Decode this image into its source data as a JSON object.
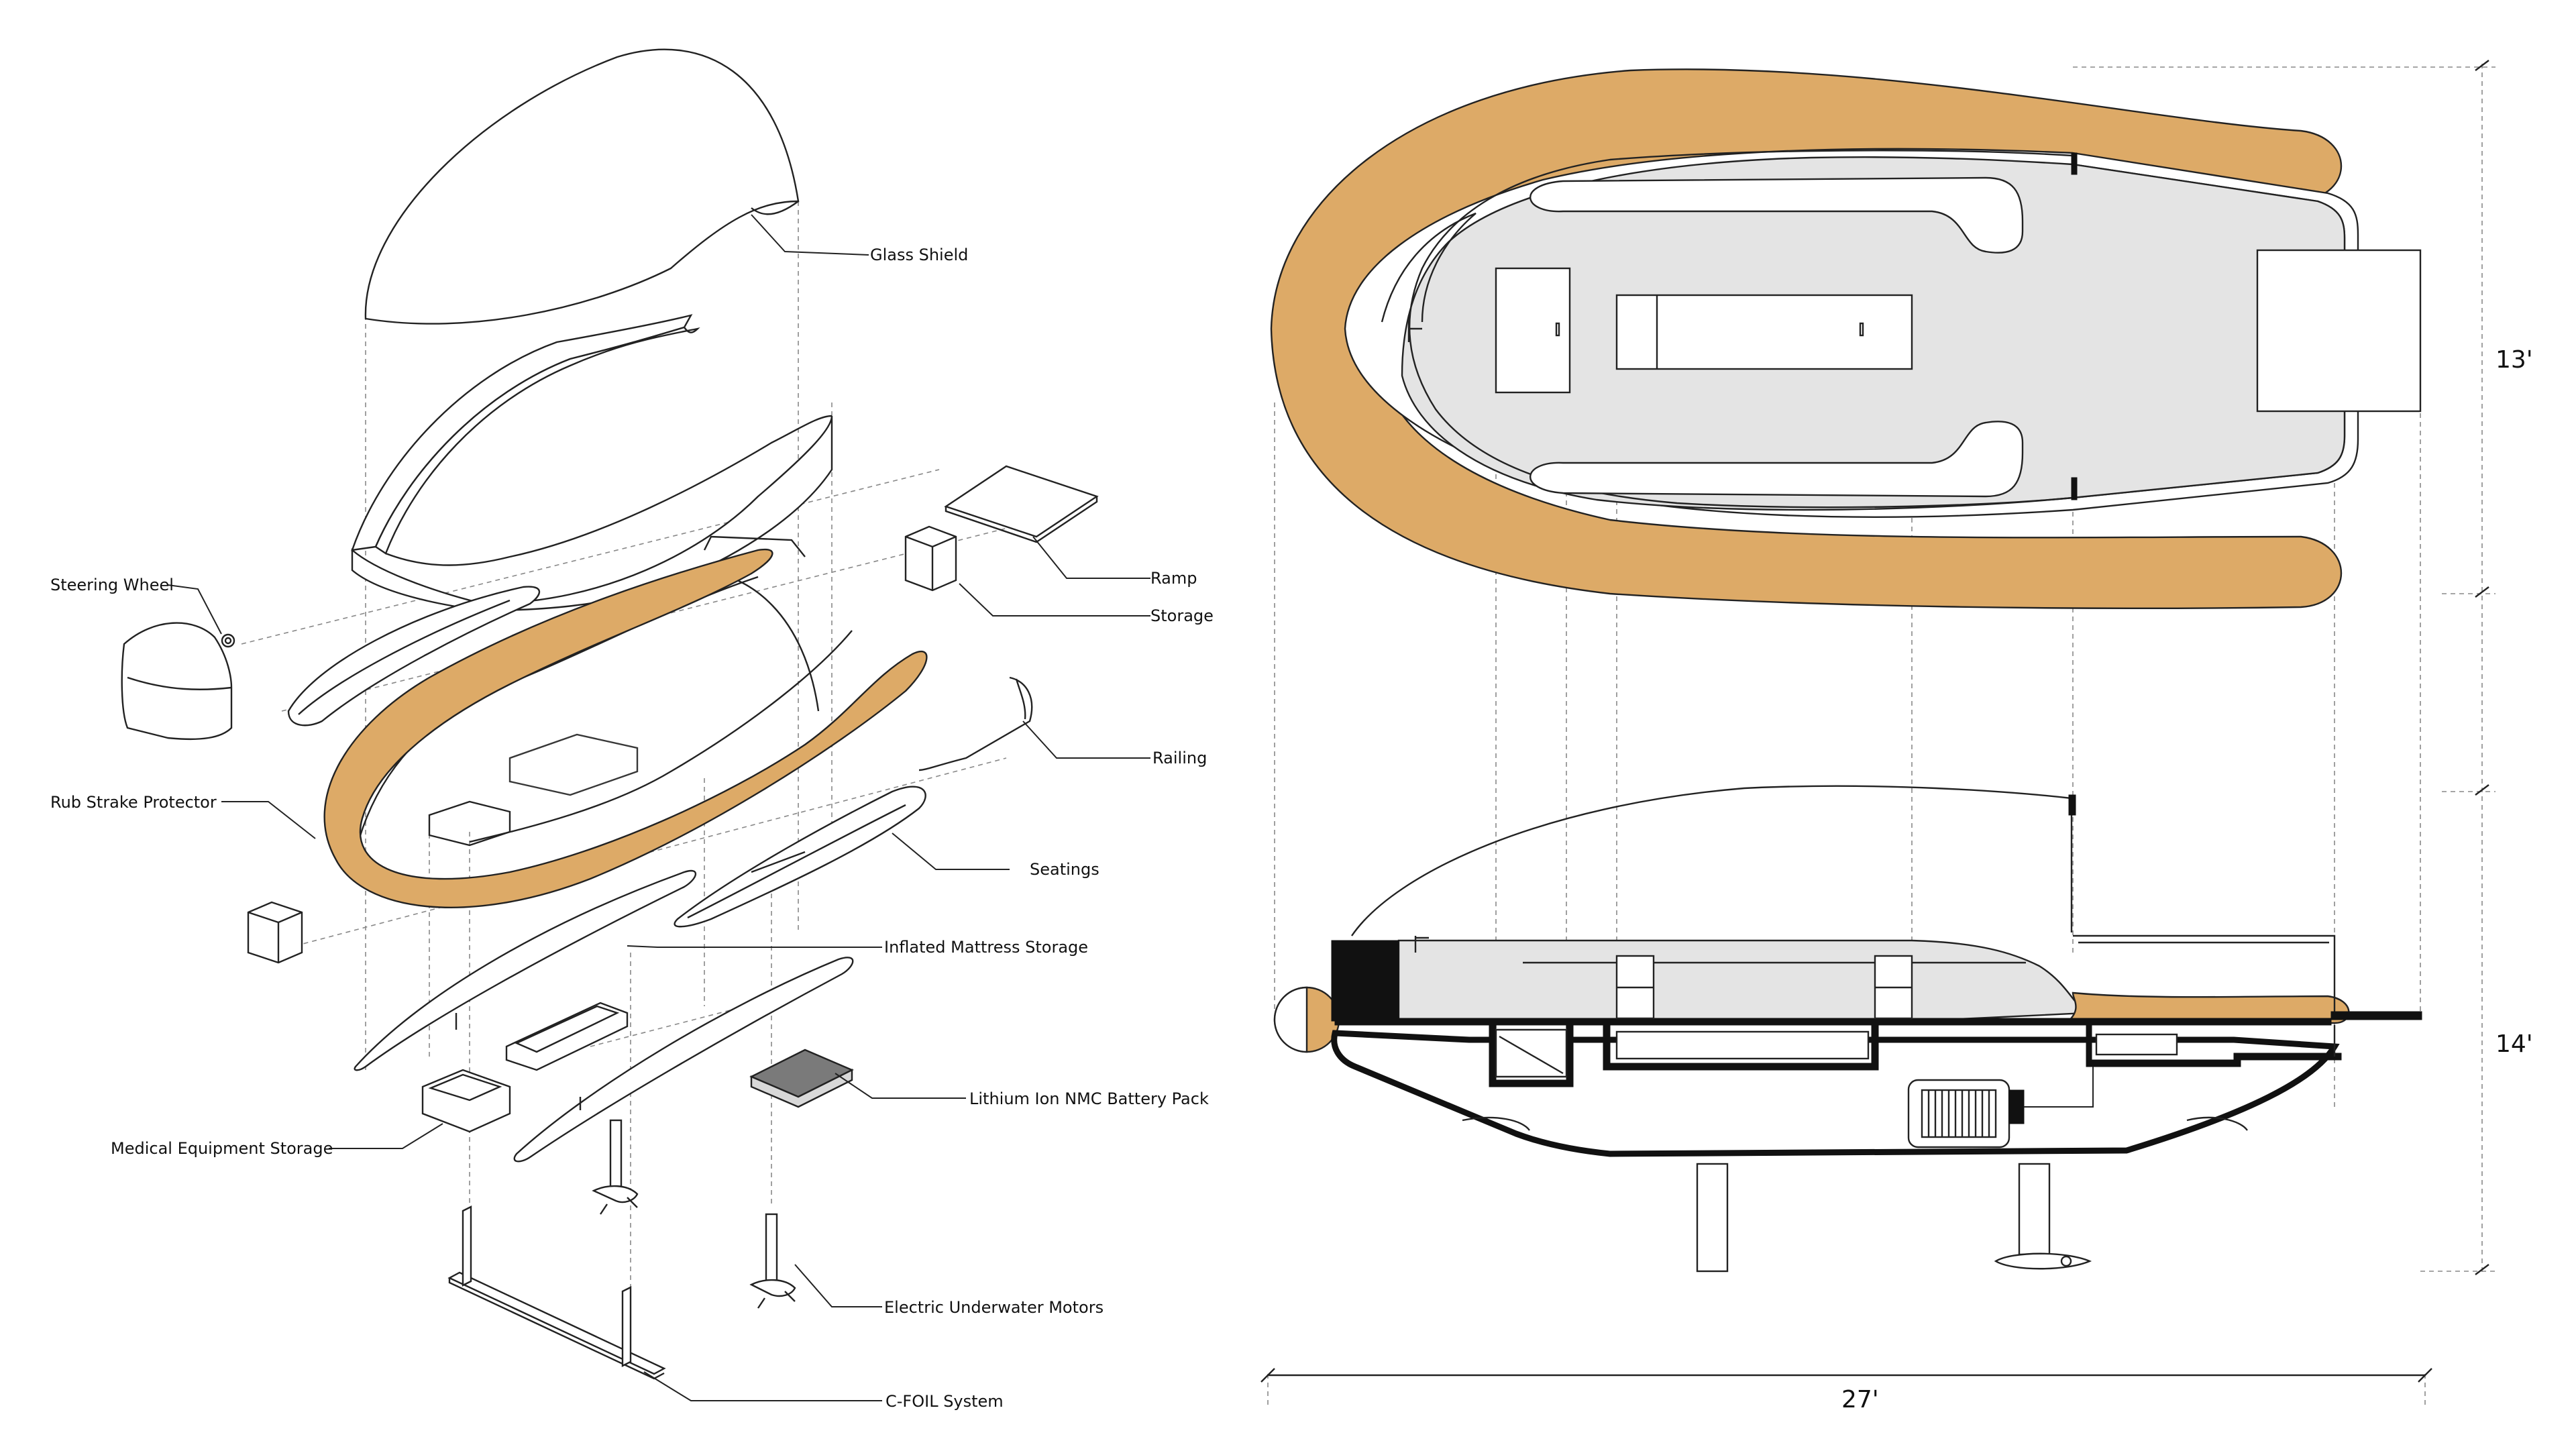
{
  "colors": {
    "rub_strake": "#DDAA67",
    "line": "#222222",
    "deck_fill": "#E4E4E4",
    "guide": "#888888"
  },
  "exploded_view": {
    "labels": [
      {
        "key": "glass_shield",
        "text": "Glass Shield"
      },
      {
        "key": "steering_wheel",
        "text": "Steering Wheel"
      },
      {
        "key": "ramp",
        "text": "Ramp"
      },
      {
        "key": "storage",
        "text": "Storage"
      },
      {
        "key": "railing",
        "text": "Railing"
      },
      {
        "key": "rub_strake",
        "text": "Rub Strake Protector"
      },
      {
        "key": "seatings",
        "text": "Seatings"
      },
      {
        "key": "mattress_storage",
        "text": "Inflated Mattress Storage"
      },
      {
        "key": "battery",
        "text": "Lithium Ion NMC Battery Pack"
      },
      {
        "key": "medical_storage",
        "text": "Medical Equipment Storage"
      },
      {
        "key": "motors",
        "text": "Electric Underwater Motors"
      },
      {
        "key": "cfoil",
        "text": "C-FOIL System"
      }
    ]
  },
  "dimensions": {
    "plan_width": "13'",
    "side_height": "14'",
    "overall_length": "27'"
  }
}
